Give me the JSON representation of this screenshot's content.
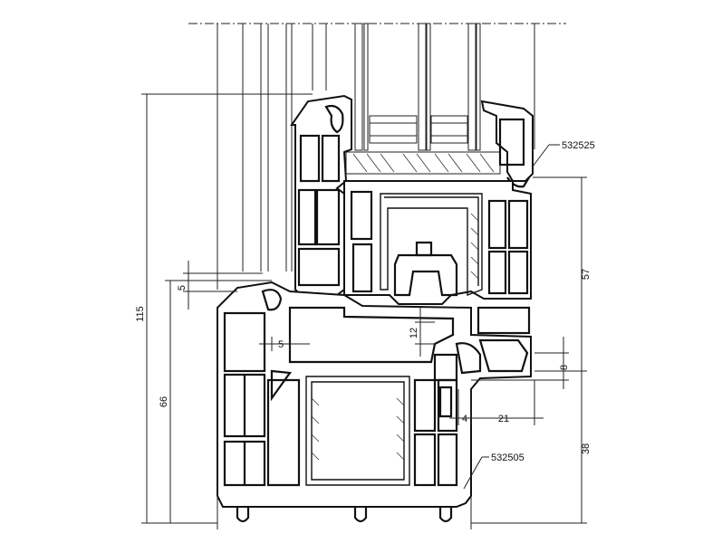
{
  "part_labels": {
    "sash_seal": "532525",
    "frame": "532505"
  },
  "dimensions": {
    "total_height": "115",
    "lower_height": "66",
    "right_upper": "57",
    "right_lower": "38",
    "left_offset_5_top": "5",
    "left_offset_5_mid": "5",
    "center_12": "12",
    "right_8": "8",
    "bottom_4": "4",
    "bottom_21": "21"
  }
}
